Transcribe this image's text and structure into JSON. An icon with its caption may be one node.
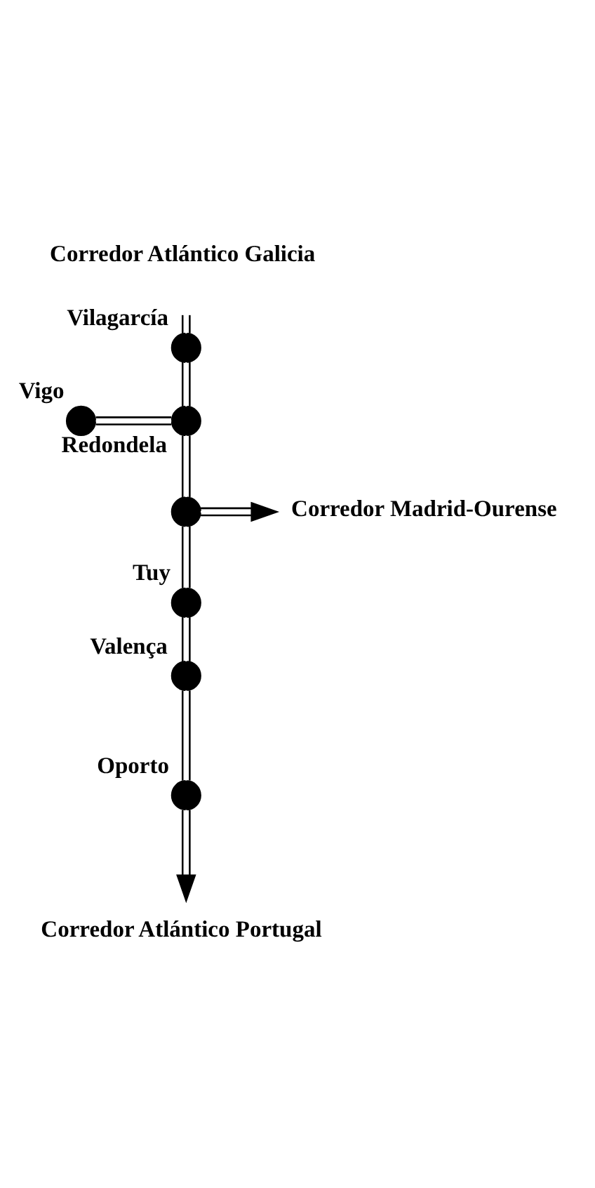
{
  "diagram": {
    "nodes": [
      {
        "text": [
          "Corredor Atlántico Galicia"
        ]
      },
      {
        "text": [],
        "shape": "circle",
        "beside": [
          "Vilagarcía"
        ]
      },
      {
        "text": [],
        "shape": "circle",
        "beside": [
          "Vigo"
        ]
      },
      {
        "text": [],
        "shape": "circle",
        "beside": [
          "Redondela"
        ]
      },
      {
        "text": [],
        "shape": "circle"
      },
      {
        "text": [
          "Corredor Madrid-Ourense"
        ]
      },
      {
        "text": [],
        "shape": "circle",
        "beside": [
          "Tuy"
        ]
      },
      {
        "text": [],
        "shape": "circle",
        "beside": [
          "Valença"
        ]
      },
      {
        "text": [],
        "shape": "circle",
        "beside": [
          "Oporto"
        ]
      },
      {
        "text": [
          "Corredor Atlántico Portugal"
        ]
      }
    ],
    "edges": [
      {
        "from": 1,
        "to": 0,
        "arrow": "to"
      },
      {
        "from": 3,
        "to": 1,
        "arrow": "none"
      },
      {
        "from": 2,
        "to": 3,
        "arrow": "none"
      },
      {
        "from": 4,
        "to": 3,
        "arrow": "none"
      },
      {
        "from": 4,
        "to": 5,
        "arrow": "to"
      },
      {
        "from": 4,
        "to": 6,
        "arrow": "none"
      },
      {
        "from": 6,
        "to": 7,
        "arrow": "none"
      },
      {
        "from": 7,
        "to": 8,
        "arrow": "none"
      },
      {
        "from": 8,
        "to": 9,
        "arrow": "to"
      }
    ]
  }
}
